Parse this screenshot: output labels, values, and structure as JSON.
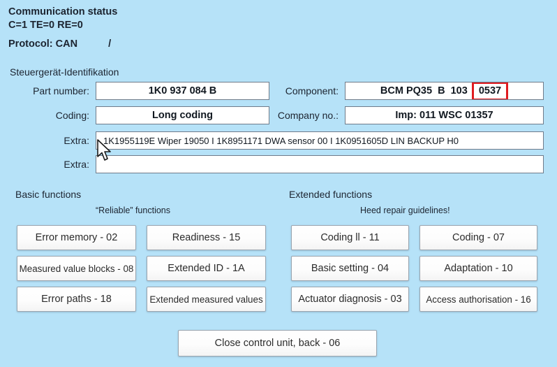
{
  "communication": {
    "title": "Communication status",
    "counters": "C=1 TE=0 RE=0",
    "protocol_label": "Protocol: CAN",
    "protocol_separator": "/"
  },
  "identification": {
    "heading": "Steuergerät-Identifikation",
    "part_number": {
      "label": "Part number:",
      "value": "1K0 937 084 B"
    },
    "coding": {
      "label": "Coding:",
      "value": "Long coding"
    },
    "component": {
      "label": "Component:",
      "value_prefix": "BCM PQ35  B  103 ",
      "value_highlight": "0537",
      "highlight_color": "#e01b20"
    },
    "company_no": {
      "label": "Company no.:",
      "value": "Imp: 011    WSC 01357"
    },
    "extra1": {
      "label": "Extra:",
      "value": "1K1955119E Wiper 19050  I  1K8951171 DWA sensor  00  I  1K0951605D LIN BACKUP H0"
    },
    "extra2": {
      "label": "Extra:",
      "value": ""
    }
  },
  "basic_functions": {
    "heading": "Basic functions",
    "subtitle": "“Reliable” functions",
    "buttons": [
      {
        "label": "Error memory - 02"
      },
      {
        "label": "Readiness - 15"
      },
      {
        "label": "Measured value blocks - 08"
      },
      {
        "label": "Extended ID - 1A"
      },
      {
        "label": "Error paths - 18"
      },
      {
        "label": "Extended measured values"
      }
    ]
  },
  "extended_functions": {
    "heading": "Extended functions",
    "subtitle": "Heed repair guidelines!",
    "buttons": [
      {
        "label": "Coding ll - 11"
      },
      {
        "label": "Coding - 07"
      },
      {
        "label": "Basic setting - 04"
      },
      {
        "label": "Adaptation - 10"
      },
      {
        "label": "Actuator diagnosis - 03"
      },
      {
        "label": "Access authorisation - 16"
      }
    ]
  },
  "footer": {
    "close_button": "Close control unit, back - 06"
  },
  "theme": {
    "background": "#b6e2f8",
    "field_background": "#ffffff",
    "text": "#1c2430"
  }
}
